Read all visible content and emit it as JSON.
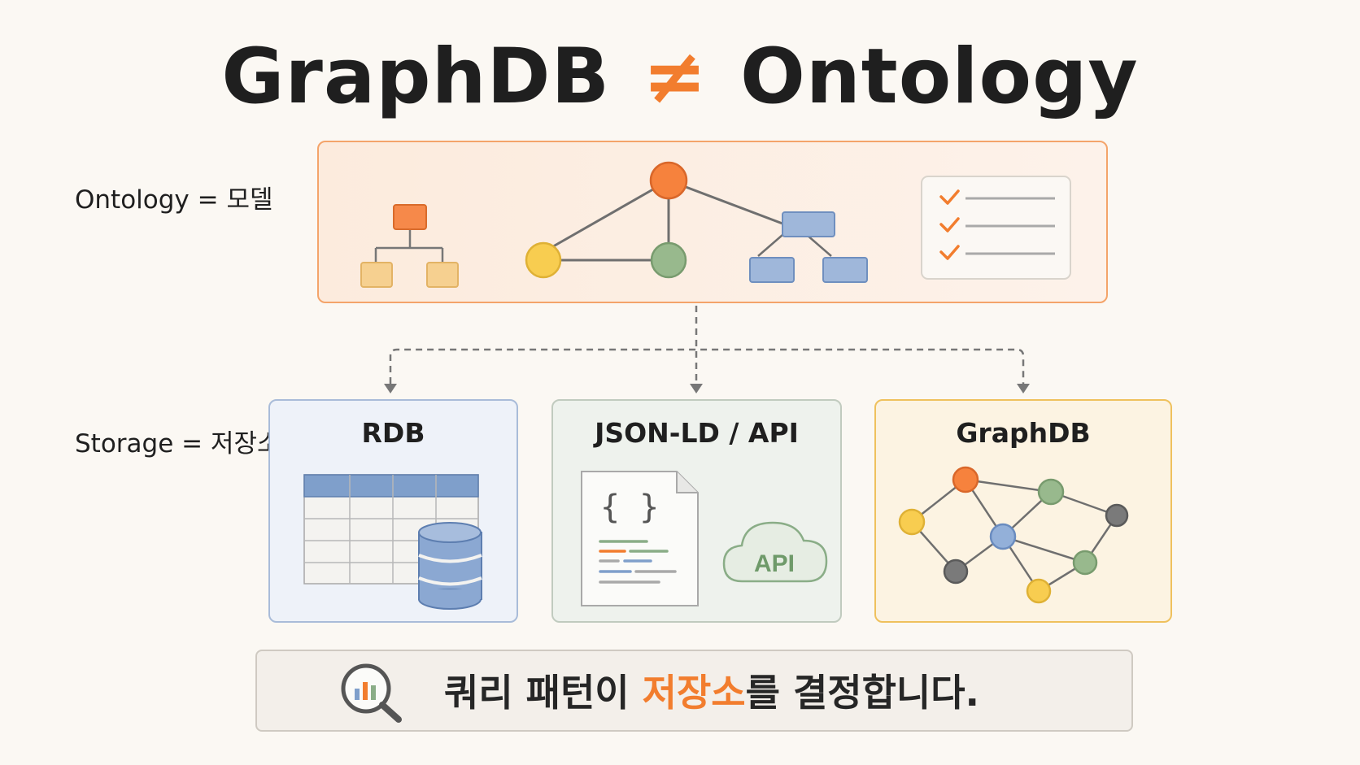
{
  "title": {
    "left": "GraphDB",
    "operator": "≠",
    "right": "Ontology"
  },
  "rows": {
    "model_label": "Ontology = 모델",
    "storage_label": "Storage = 저장소"
  },
  "stores": [
    {
      "title": "RDB",
      "icon": "table-database-icon"
    },
    {
      "title": "JSON-LD / API",
      "icon": "json-document-icon",
      "cloud_label": "API",
      "code_braces": "{ }"
    },
    {
      "title": "GraphDB",
      "icon": "graph-network-icon"
    }
  ],
  "bottom": {
    "before": "쿼리 패턴이 ",
    "accent": "저장소",
    "after": "를 결정합니다.",
    "icon": "magnifier-chart-icon"
  },
  "colors": {
    "accent": "#f27d2e",
    "model_border": "#f4a46a",
    "rdb_blue": "#7f9fcb",
    "json_green": "#8aad87",
    "graph_yellow": "#efc15d"
  }
}
